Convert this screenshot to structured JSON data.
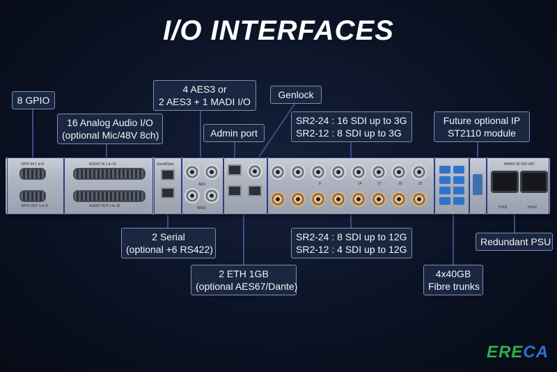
{
  "title": "I/O INTERFACES",
  "callouts": {
    "gpio": "8 GPIO",
    "analog_audio": [
      "16 Analog Audio I/O",
      "(optional Mic/48V 8ch)"
    ],
    "aes": [
      "4 AES3 or",
      "2 AES3 + 1 MADI I/O"
    ],
    "admin": "Admin port",
    "genlock": "Genlock",
    "sdi_3g": [
      "SR2-24 : 16 SDI up to 3G",
      "SR2-12 :  8 SDI up to 3G"
    ],
    "ip_module": [
      "Future optional IP",
      "ST2110 module"
    ],
    "serial": [
      "2 Serial",
      "(optional +6 RS422)"
    ],
    "eth": [
      "2 ETH 1GB",
      "(optional AES67/Dante)"
    ],
    "sdi_12g": [
      "SR2-24 : 8 SDI up to 12G",
      "SR2-12 : 4 SDI up to 12G"
    ],
    "fibre": [
      "4x40GB",
      "Fibre trunks"
    ],
    "psu": "Redundant PSU"
  },
  "panel_labels": {
    "gpio_in": "GPIO IN 1 to 8",
    "gpio_out": "GPIO OUT 1 to 8",
    "audio_in": "AUDIO IN 1 to 16",
    "audio_out": "AUDIO OUT 1 to 16",
    "serial_gpio": "Serial/Gpio",
    "aes": "AES",
    "madi": "MADI",
    "mains": "MAINS 90-260 VAC",
    "psu1": "PSU1",
    "psu2": "PSU2",
    "sdi_nums": [
      "8",
      "14",
      "17",
      "20",
      "23"
    ]
  },
  "logo": {
    "part1": "ERE",
    "part2": "CA"
  },
  "colors": {
    "accent_border": "#2b3b86",
    "callout_bg": "#1b2740",
    "fibre_blue": "#2e74c9"
  }
}
